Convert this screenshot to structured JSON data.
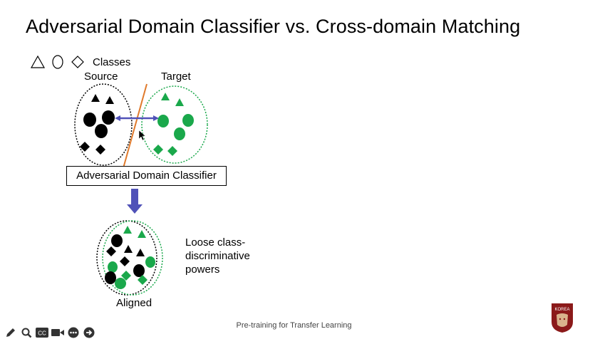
{
  "slide": {
    "title": "Adversarial Domain Classifier vs. Cross-domain Matching",
    "footer": "Pre-training for Transfer Learning"
  },
  "diagram": {
    "classes_label": "Classes",
    "source_label": "Source",
    "target_label": "Target",
    "classifier_label": "Adversarial Domain Classifier",
    "aligned_label": "Aligned",
    "loose_label": "Loose class-discriminative powers",
    "colors": {
      "source": "#000000",
      "target": "#1aa84b",
      "boundary": "#e07a2c",
      "arrow": "#5052b8"
    }
  },
  "logo": {
    "text": "KOREA",
    "color": "#8b1a1a"
  },
  "toolbar": {
    "icons": [
      "pencil-icon",
      "search-icon",
      "closed-caption-icon",
      "camera-icon",
      "more-icon",
      "forward-icon"
    ]
  }
}
